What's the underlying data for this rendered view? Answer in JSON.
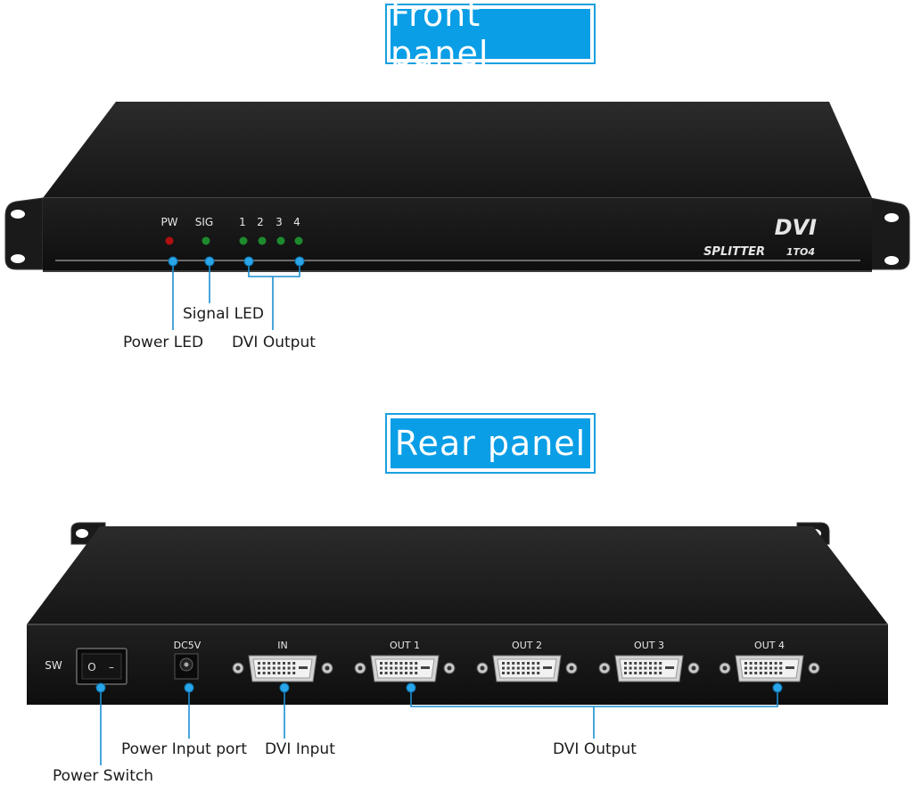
{
  "front": {
    "title": "Front panel",
    "device": {
      "brand": "DVI",
      "model": "SPLITTER",
      "ratio": "1TO4",
      "leds": [
        "PW",
        "SIG",
        "1",
        "2",
        "3",
        "4"
      ]
    },
    "callouts": {
      "signal_led": "Signal LED",
      "power_led": "Power LED",
      "dvi_output": "DVI Output"
    }
  },
  "rear": {
    "title": "Rear panel",
    "labels": {
      "sw": "SW",
      "dc": "DC5V",
      "in": "IN",
      "out1": "OUT 1",
      "out2": "OUT 2",
      "out3": "OUT 3",
      "out4": "OUT 4",
      "switch_on": "O",
      "switch_off": "–"
    },
    "callouts": {
      "power_input_port": "Power Input port",
      "dvi_input": "DVI Input",
      "dvi_output": "DVI Output",
      "power_switch": "Power Switch"
    }
  },
  "colors": {
    "accent": "#0a9ee6",
    "device": "#1c1c1c",
    "power_led": "#b01010",
    "signal_led": "#1e8a2e"
  }
}
